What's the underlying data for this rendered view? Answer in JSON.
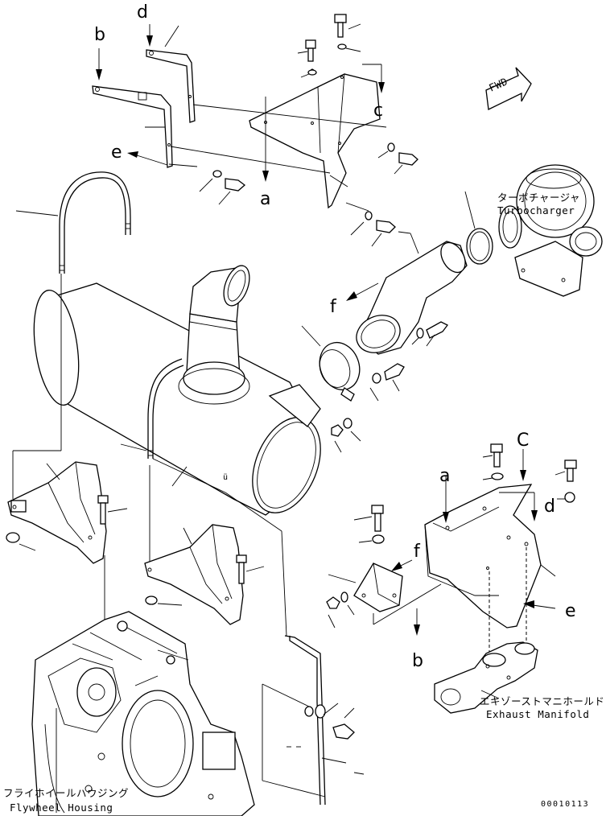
{
  "ref_letters": {
    "a": "a",
    "b": "b",
    "c": "c",
    "d": "d",
    "e": "e",
    "f": "f",
    "a2": "a",
    "b2": "b",
    "c2": "C",
    "d2": "d",
    "e2": "e",
    "f2": "f"
  },
  "fwd_label": "FWD",
  "labels": {
    "turbocharger_jp": "ターボチャージャ",
    "turbocharger_en": "Turbocharger",
    "exhaust_manifold_jp": "エキゾーストマニホールド",
    "exhaust_manifold_en": "Exhaust Manifold",
    "flywheel_housing_jp": "フライホイールハウジング",
    "flywheel_housing_en": "Flywheel Housing"
  },
  "drawing_code": "00010113",
  "marks": {
    "u": "ü"
  }
}
